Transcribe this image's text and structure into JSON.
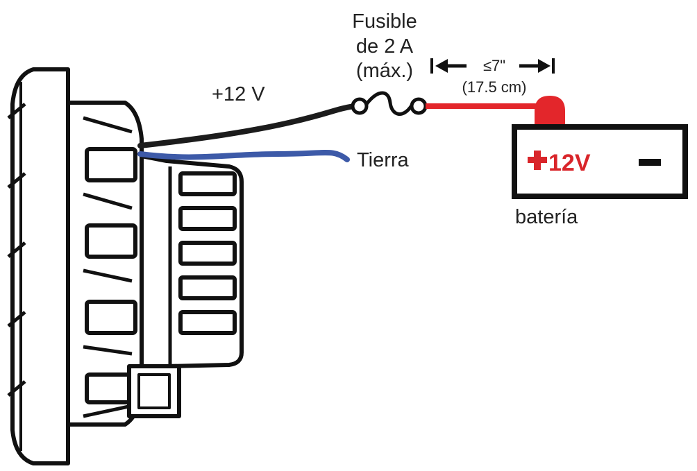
{
  "diagram": {
    "fuse_label_line1": "Fusible",
    "fuse_label_line2": "de 2 A",
    "fuse_label_line3": "(máx.)",
    "positive_wire_label": "+12 V",
    "ground_wire_label": "Tierra",
    "distance_label": "≤7\"",
    "distance_metric_label": "(17.5 cm)",
    "battery_positive_label": "12V",
    "battery_negative_label": "−",
    "battery_label": "batería"
  },
  "colors": {
    "positive_wire": "#1c1c1c",
    "ground_wire": "#3d5aa8",
    "battery_lead": "#e3262b",
    "battery_positive_text": "#d9252a",
    "outline": "#111111"
  },
  "icons": {
    "light": "led-light-side-view",
    "fuse": "fuse-icon",
    "battery": "battery-icon",
    "dimension_arrows": "dimension-arrow-icon"
  }
}
